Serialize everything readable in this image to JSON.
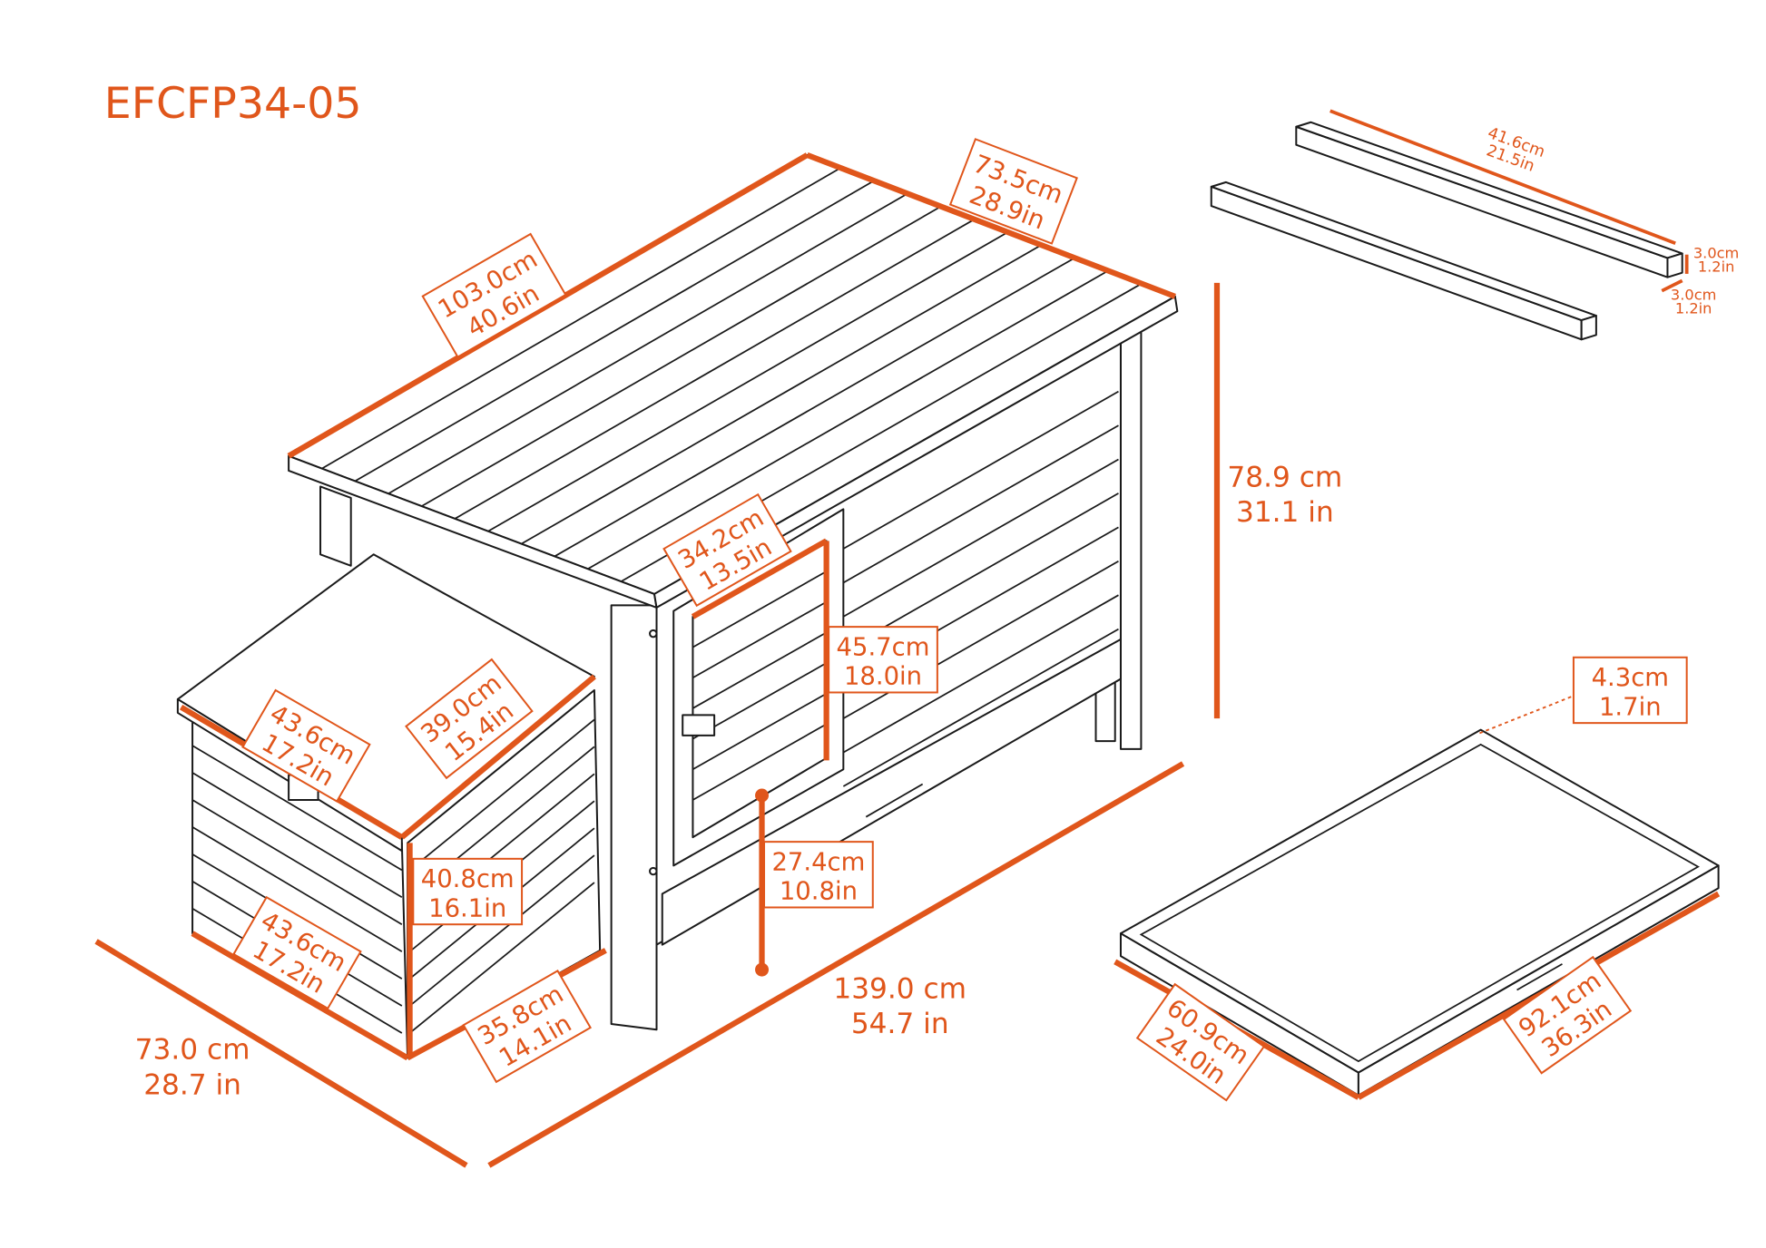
{
  "title": "EFCFP34-05",
  "colors": {
    "accent": "#E0561B",
    "line": "#1a1a1a"
  },
  "dimensions": {
    "roof_length": {
      "cm": "103.0cm",
      "in": "40.6in"
    },
    "roof_width": {
      "cm": "73.5cm",
      "in": "28.9in"
    },
    "total_height": {
      "cm": "78.9 cm",
      "in": "31.1 in"
    },
    "door_width": {
      "cm": "34.2cm",
      "in": "13.5in"
    },
    "door_height": {
      "cm": "45.7cm",
      "in": "18.0in"
    },
    "floor_clearance": {
      "cm": "27.4cm",
      "in": "10.8in"
    },
    "total_length": {
      "cm": "139.0 cm",
      "in": "54.7 in"
    },
    "total_depth": {
      "cm": "73.0 cm",
      "in": "28.7 in"
    },
    "nest_lid_width": {
      "cm": "43.6cm",
      "in": "17.2in"
    },
    "nest_lid_depth": {
      "cm": "39.0cm",
      "in": "15.4in"
    },
    "nest_height": {
      "cm": "40.8cm",
      "in": "16.1in"
    },
    "nest_bottom_width": {
      "cm": "43.6cm",
      "in": "17.2in"
    },
    "nest_bottom_depth": {
      "cm": "35.8cm",
      "in": "14.1in"
    },
    "bar_length": {
      "cm": "41.6cm",
      "in": "21.5in"
    },
    "bar_height": {
      "cm": "3.0cm",
      "in": "1.2in"
    },
    "bar_width": {
      "cm": "3.0cm",
      "in": "1.2in"
    },
    "tray_rim": {
      "cm": "4.3cm",
      "in": "1.7in"
    },
    "tray_depth": {
      "cm": "60.9cm",
      "in": "24.0in"
    },
    "tray_length": {
      "cm": "92.1cm",
      "in": "36.3in"
    }
  }
}
